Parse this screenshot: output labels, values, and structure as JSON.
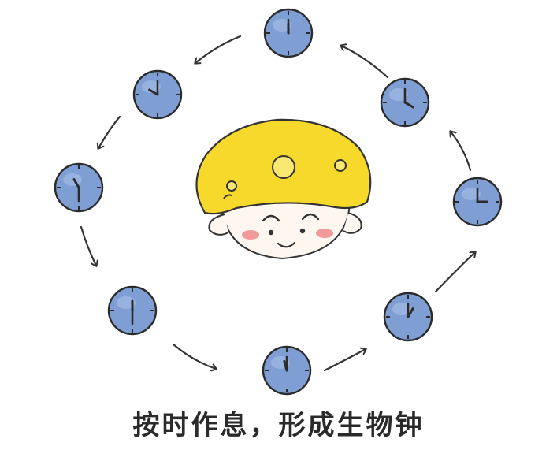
{
  "caption": "按时作息，形成生物钟",
  "colors": {
    "clock_fill": "#7f9fd4",
    "clock_fill_light": "#a9c0e6",
    "ink": "#2b2b2b",
    "mushroom_cap": "#f7d92b",
    "mushroom_spot": "#fbe873",
    "cheek": "#f08a8a",
    "skin": "#fdf7f0"
  },
  "icons": {
    "clock": "clock-icon",
    "arrow": "arrow-icon",
    "character": "mushroom-character"
  },
  "clocks": [
    {
      "id": "top",
      "hour_angle": 0,
      "minute_angle": 0
    },
    {
      "id": "upper-right",
      "hour_angle": 120,
      "minute_angle": 0
    },
    {
      "id": "right",
      "hour_angle": 90,
      "minute_angle": 0
    },
    {
      "id": "lower-right",
      "hour_angle": 30,
      "minute_angle": 0
    },
    {
      "id": "bottom",
      "hour_angle": 345,
      "minute_angle": 0
    },
    {
      "id": "lower-left",
      "hour_angle": 0,
      "minute_angle": 180
    },
    {
      "id": "left",
      "hour_angle": 330,
      "minute_angle": 180
    },
    {
      "id": "upper-left",
      "hour_angle": 300,
      "minute_angle": 0
    }
  ]
}
